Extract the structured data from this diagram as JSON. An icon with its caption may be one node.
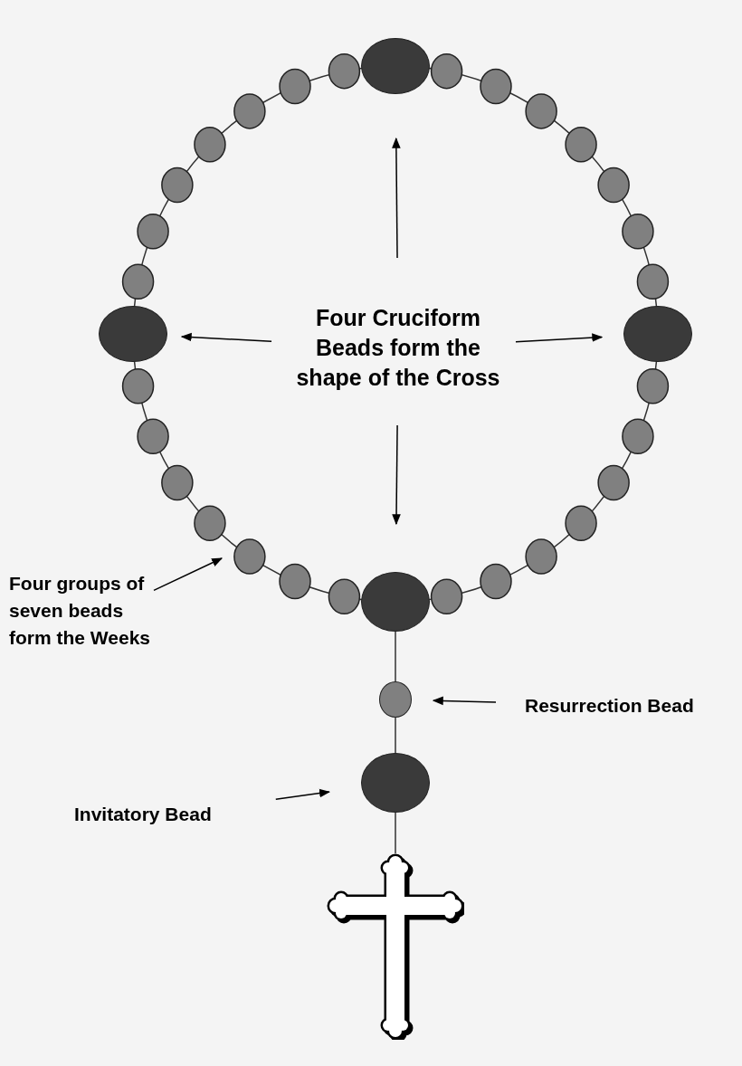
{
  "diagram": {
    "nodes": [
      {
        "text": [
          "Four Cruciform Beads form the shape of the Cross"
        ]
      },
      {
        "text": [],
        "shape": "circle"
      },
      {
        "text": [],
        "shape": "circle"
      },
      {
        "text": [],
        "shape": "circle"
      },
      {
        "text": [],
        "shape": "circle"
      },
      {
        "text": [
          "Four groups of seven beads form the Weeks"
        ]
      },
      {
        "text": [
          "Resurrection Bead"
        ]
      },
      {
        "text": [],
        "shape": "circle"
      },
      {
        "text": [
          "Invitatory Bead"
        ]
      },
      {
        "text": [],
        "shape": "circle"
      },
      {
        "text": [],
        "shape": "picture"
      }
    ],
    "edges": [
      {
        "from": 0,
        "to": 1,
        "arrow": "to"
      },
      {
        "from": 0,
        "to": 2,
        "arrow": "to"
      },
      {
        "from": 0,
        "to": 3,
        "arrow": "to"
      },
      {
        "from": 0,
        "to": 4,
        "arrow": "to"
      },
      {
        "from": 5,
        "to": null,
        "arrow": "to"
      },
      {
        "from": 6,
        "to": 7,
        "arrow": "to"
      },
      {
        "from": 8,
        "to": 9,
        "arrow": "to"
      },
      {
        "from": 4,
        "to": 7,
        "arrow": "none"
      },
      {
        "from": 7,
        "to": 9,
        "arrow": "none"
      },
      {
        "from": 9,
        "to": 10,
        "arrow": "none"
      }
    ]
  }
}
